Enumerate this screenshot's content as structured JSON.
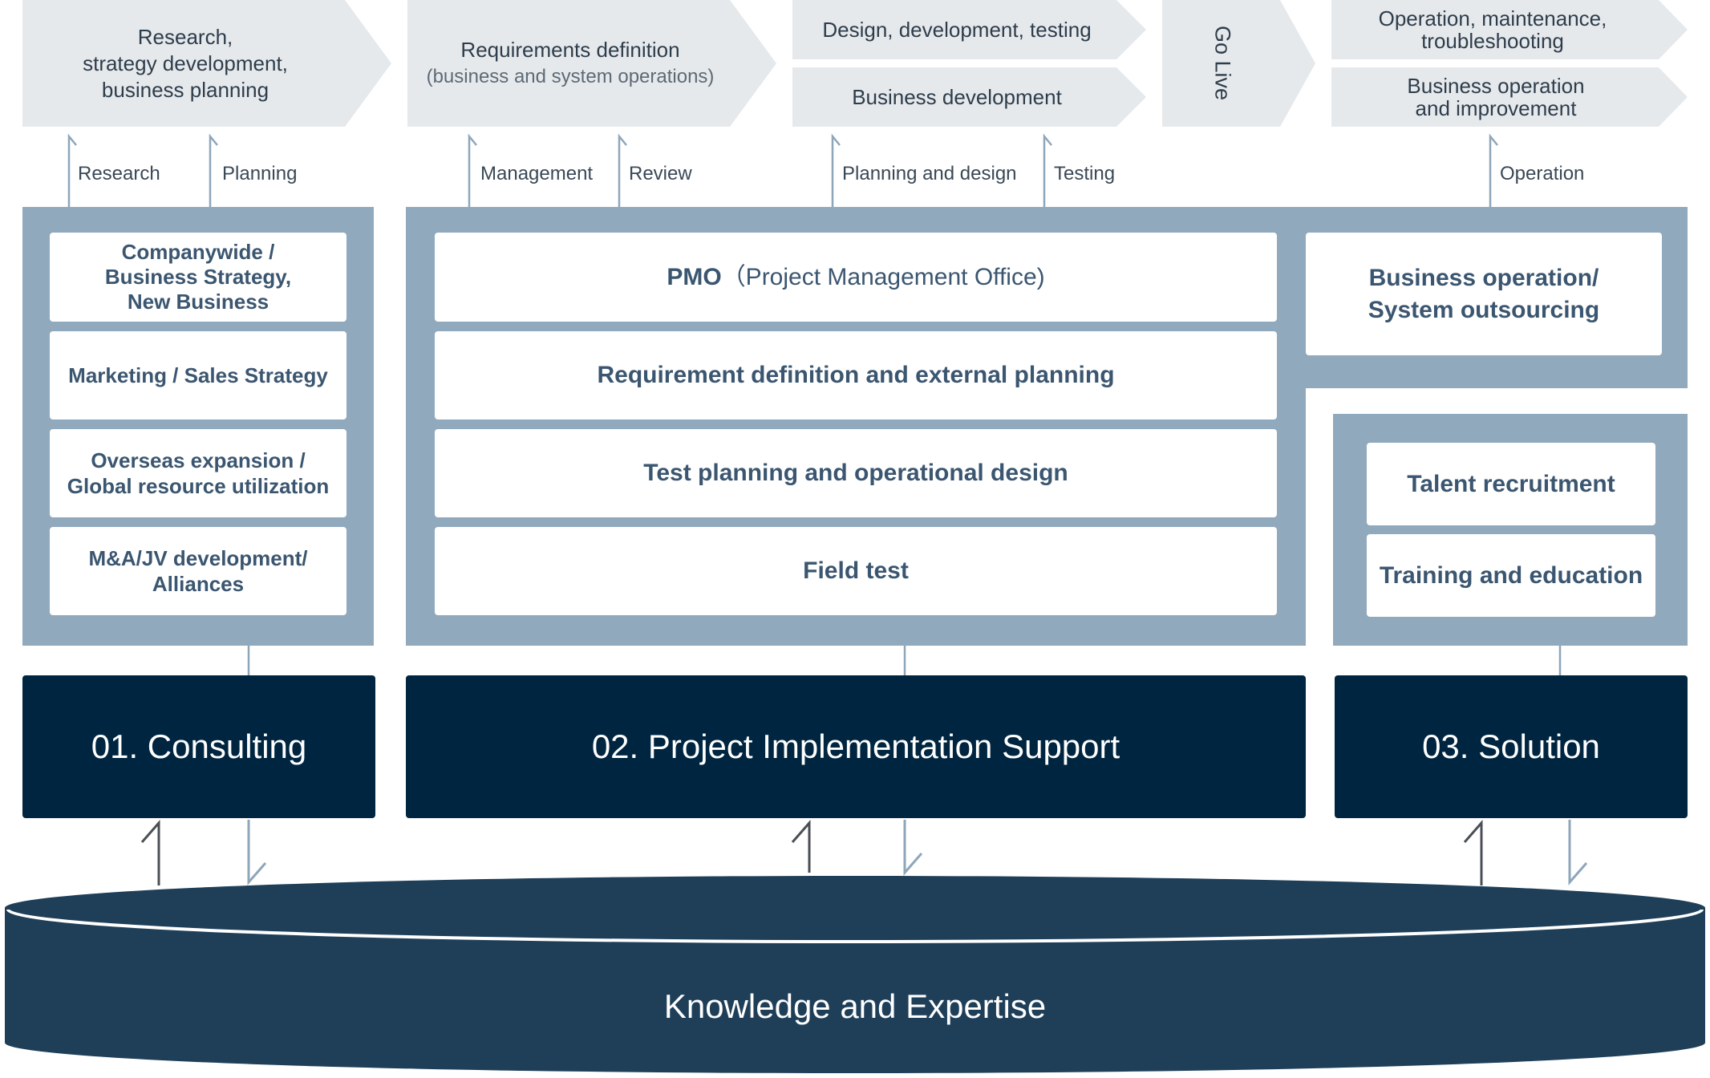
{
  "phases": {
    "research": "Research,\nstrategy development,\nbusiness planning",
    "requirements": "Requirements definition",
    "requirements_sub": "(business and system operations)",
    "design": "Design, development, testing",
    "business_dev": "Business development",
    "golive": "Go Live",
    "operation": "Operation, maintenance,\ntroubleshooting",
    "business_operation": "Business operation\nand improvement"
  },
  "connectors": {
    "research": "Research",
    "planning": "Planning",
    "management": "Management",
    "review": "Review",
    "planning_design": "Planning and design",
    "testing": "Testing",
    "operation": "Operation"
  },
  "consulting_cards": [
    "Companywide /\nBusiness Strategy,\nNew Business",
    "Marketing / Sales Strategy",
    "Overseas expansion /\nGlobal resource utilization",
    "M&A/JV development/\nAlliances"
  ],
  "project_cards": {
    "pmo_bold": "PMO",
    "pmo_rest": "（Project Management Office)",
    "items": [
      "Requirement definition and external planning",
      "Test planning and operational design",
      "Field test"
    ]
  },
  "outsourcing_card": "Business operation/\nSystem outsourcing",
  "solution_cards": [
    "Talent recruitment",
    "Training and education"
  ],
  "services": {
    "consulting": "01. Consulting",
    "project": "02. Project Implementation Support",
    "solution": "03. Solution"
  },
  "foundation": "Knowledge and Expertise",
  "colors": {
    "phase_fill": "#e6e9ec",
    "panel": "#91a9bd",
    "card_text": "#3b5670",
    "service": "#002540",
    "database": "#1f3f59",
    "arrow_light": "#8ea6ba",
    "arrow_dark": "#4a4f55"
  }
}
